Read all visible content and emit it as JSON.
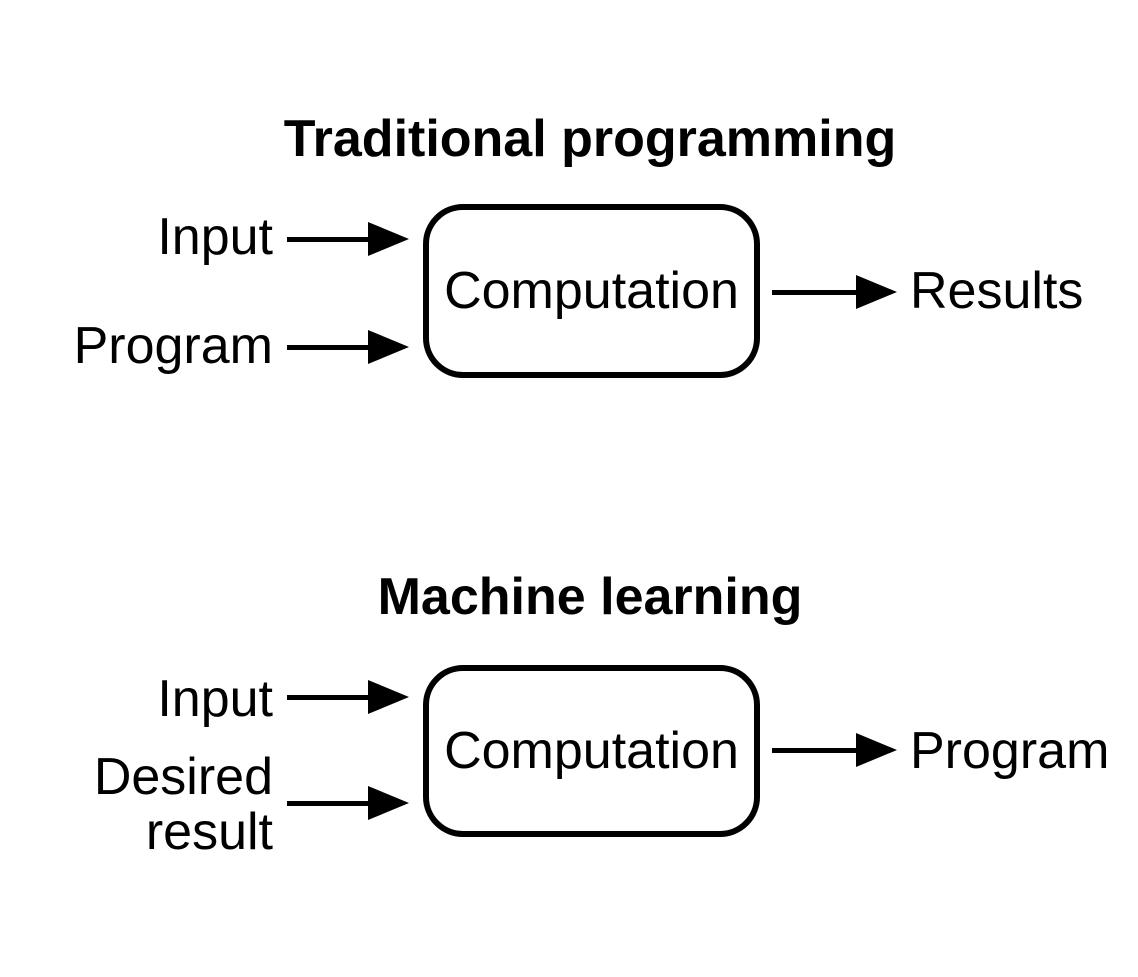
{
  "page": {
    "background_color": "#ffffff",
    "ink_color": "#000000"
  },
  "diagrams": [
    {
      "id": "traditional-programming",
      "title": "Traditional programming",
      "inputs": [
        "Input",
        "Program"
      ],
      "process": "Computation",
      "output": "Results"
    },
    {
      "id": "machine-learning",
      "title": "Machine learning",
      "inputs": [
        "Input",
        "Desired result"
      ],
      "process": "Computation",
      "output": "Program"
    }
  ]
}
